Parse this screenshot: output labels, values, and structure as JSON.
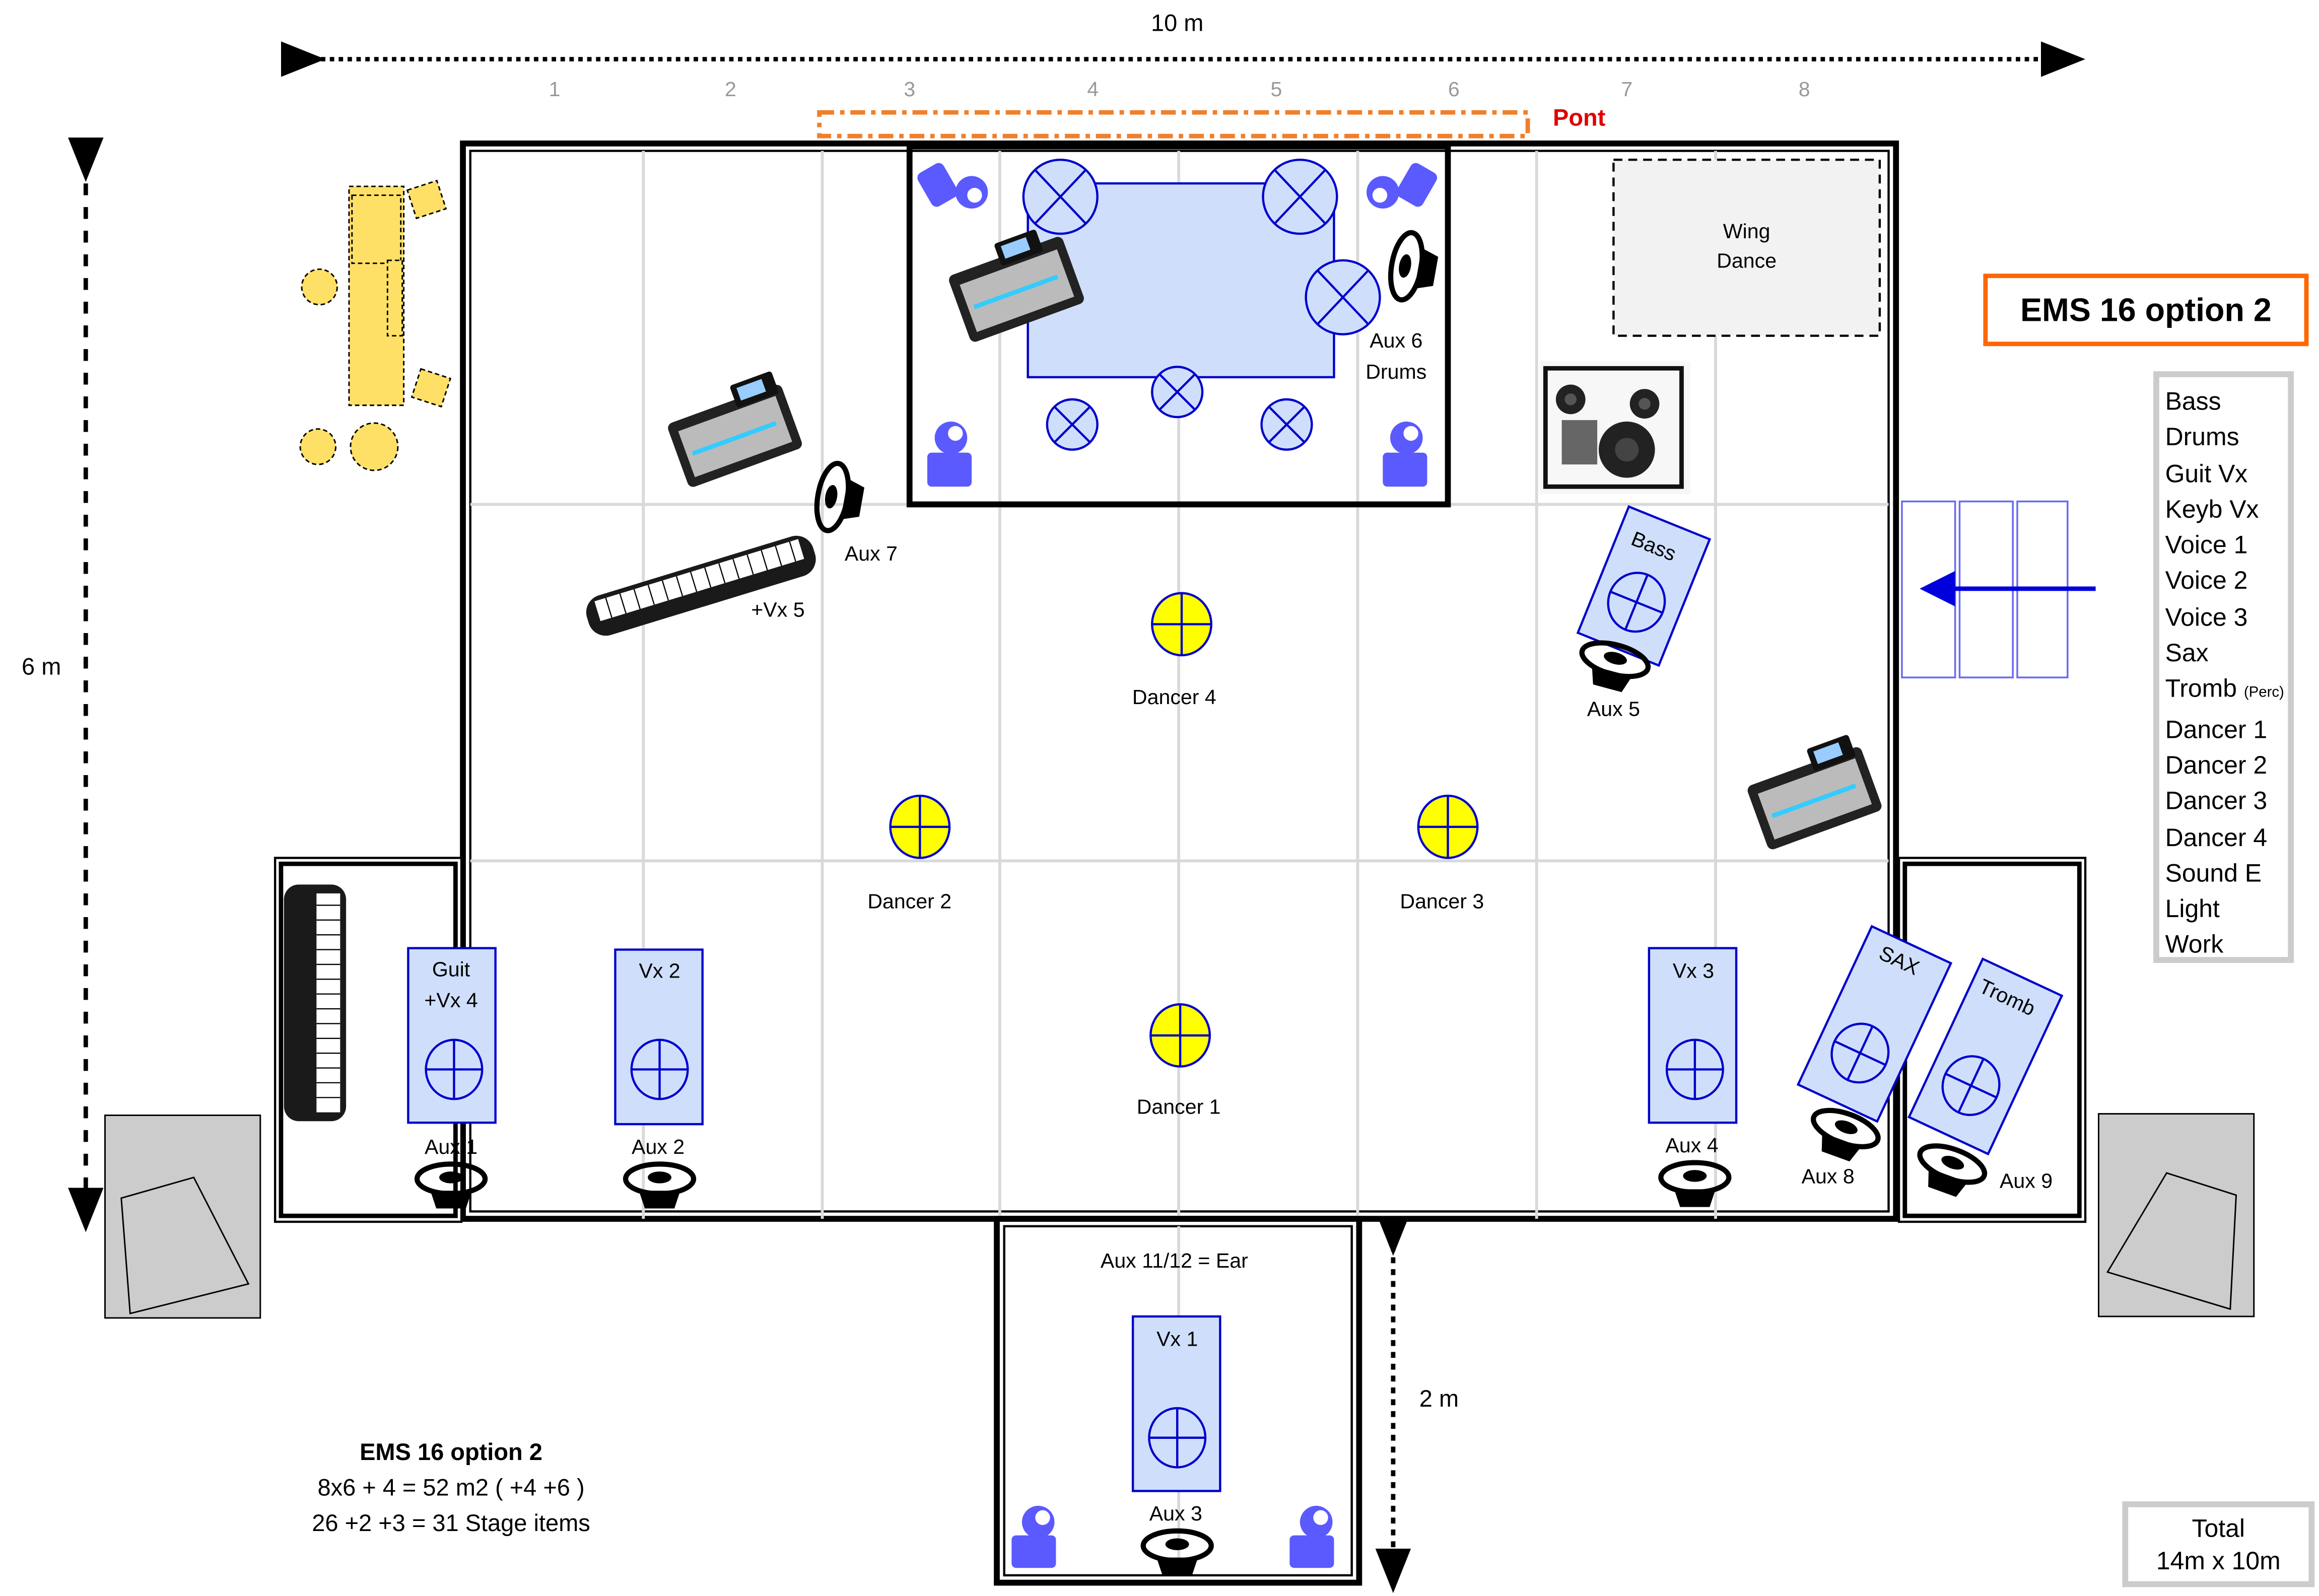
{
  "dimensions": {
    "width_label": "10 m",
    "height_label": "6 m",
    "thrust_label": "2 m",
    "column_numbers": [
      "1",
      "2",
      "3",
      "4",
      "5",
      "6",
      "7",
      "8"
    ]
  },
  "pont": {
    "label": "Pont",
    "color": "#f07f2a",
    "label_color": "#e00000"
  },
  "title_box": {
    "title": "EMS 16 option 2",
    "border_color": "#ff6600"
  },
  "legend": {
    "items": [
      {
        "label": "Bass"
      },
      {
        "label": "Drums"
      },
      {
        "label": "Guit Vx"
      },
      {
        "label": "Keyb Vx"
      },
      {
        "label": "Voice 1"
      },
      {
        "label": "Voice 2"
      },
      {
        "label": "Voice 3"
      },
      {
        "label": "Sax"
      },
      {
        "label": "Tromb",
        "note": "(Perc)"
      },
      {
        "label": "Dancer 1"
      },
      {
        "label": "Dancer 2"
      },
      {
        "label": "Dancer 3"
      },
      {
        "label": "Dancer 4"
      },
      {
        "label": "Sound E"
      },
      {
        "label": "Light"
      },
      {
        "label": "Work"
      }
    ]
  },
  "stage": {
    "wing_dance": "Wing\nDance",
    "drum_riser": {
      "monitor_label_1": "Aux 6",
      "monitor_label_2": "Drums"
    },
    "keyboard_label": "+Vx 5",
    "aux7": "Aux 7",
    "bass": {
      "label": "Bass",
      "aux": "Aux 5"
    },
    "dancers": [
      {
        "label": "Dancer 4"
      },
      {
        "label": "Dancer 2"
      },
      {
        "label": "Dancer 3"
      },
      {
        "label": "Dancer 1"
      }
    ],
    "risers": [
      {
        "label_1": "Guit",
        "label_2": "+Vx 4",
        "aux": "Aux 1"
      },
      {
        "label_1": "Vx 2",
        "label_2": "",
        "aux": "Aux 2"
      },
      {
        "label_1": "Vx 3",
        "label_2": "",
        "aux": "Aux 4"
      },
      {
        "label_1": "SAX",
        "label_2": "",
        "aux": "Aux 8"
      },
      {
        "label_1": "Tromb",
        "label_2": "",
        "aux": "Aux 9"
      }
    ],
    "thrust": {
      "ear_label": "Aux 11/12 = Ear",
      "vx1": "Vx 1",
      "aux3": "Aux 3"
    }
  },
  "summary": {
    "title": "EMS 16 option 2",
    "line1": "8x6 + 4 = 52 m2 ( +4 +6 )",
    "line2": "26 +2 +3 = 31 Stage items"
  },
  "total": {
    "line1": "Total",
    "line2": "14m x 10m"
  },
  "colors": {
    "riser_fill": "#cfdffb",
    "riser_stroke": "#0000cc",
    "dancer_fill": "#ffff00",
    "grid": "#d9d9d9",
    "yellow_shapes": "#ffe066",
    "light_fixture": "#5a5aff"
  }
}
